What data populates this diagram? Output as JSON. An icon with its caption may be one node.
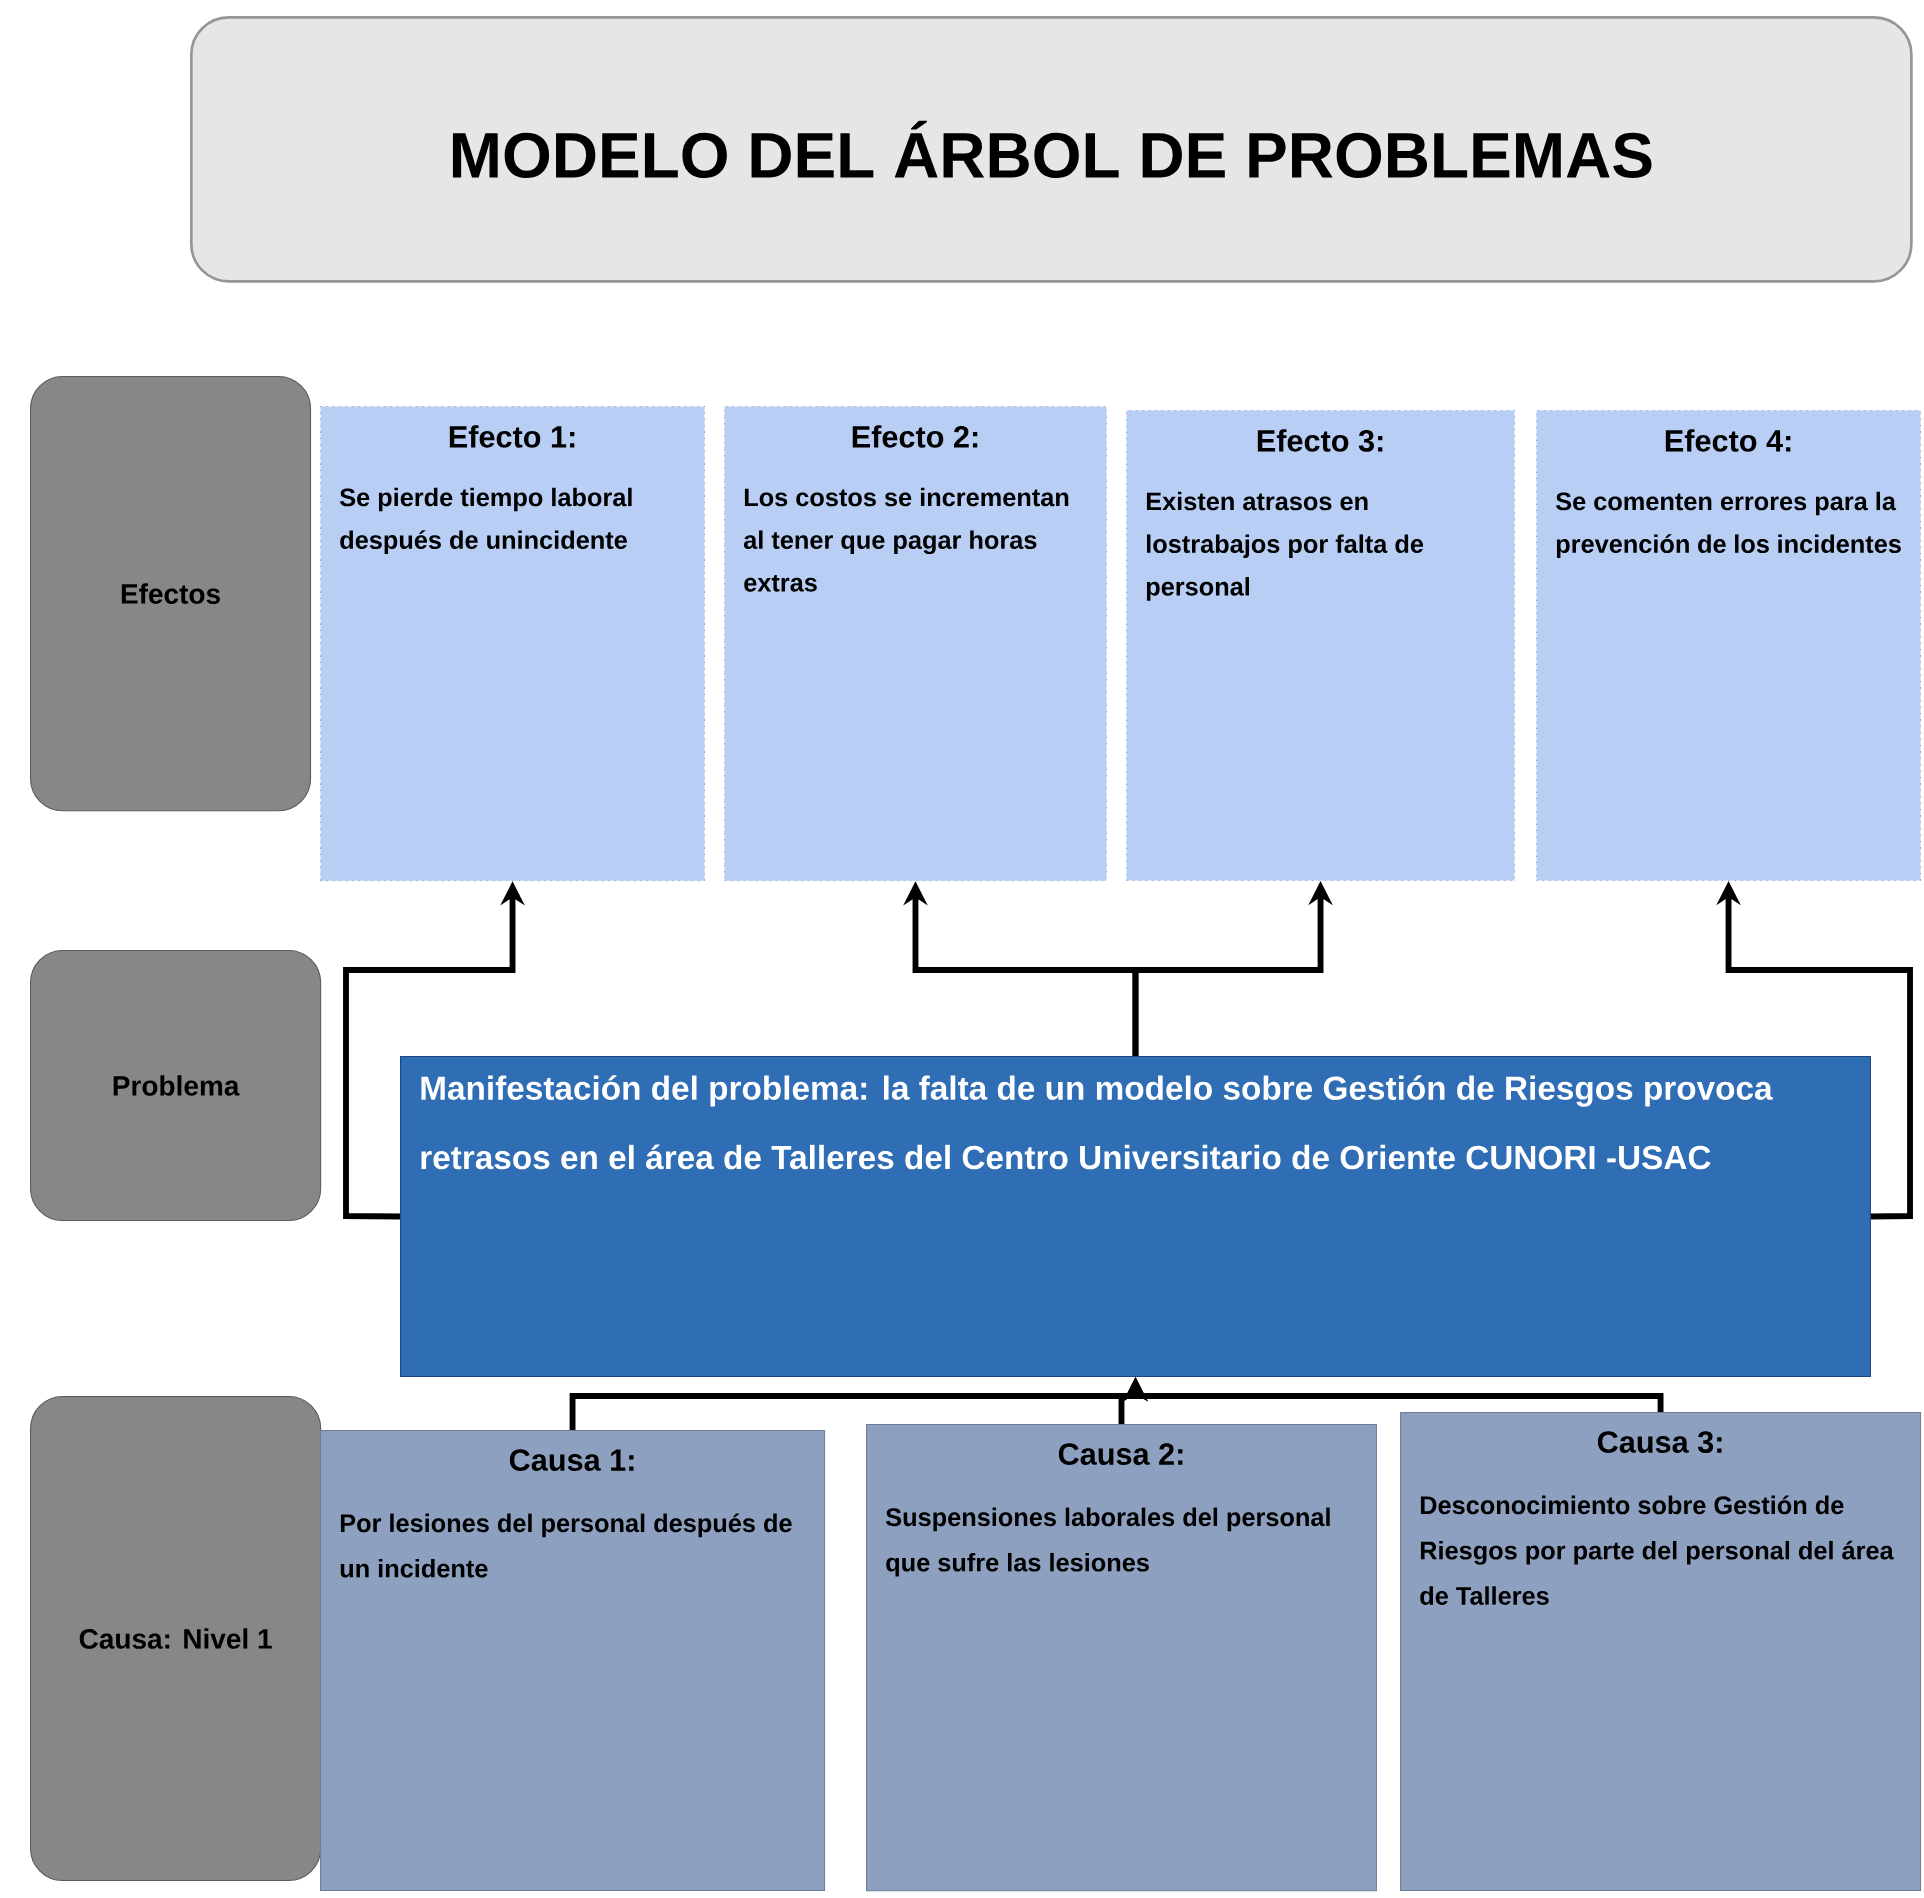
{
  "diagram": {
    "nodes": [
      {
        "text": [
          "MODELO DEL ÁRBOL DE PROBLEMAS"
        ]
      },
      {
        "text": [
          "Efectos"
        ]
      },
      {
        "text": [
          "Problema"
        ]
      },
      {
        "text": [
          "Causa: Nivel 1"
        ]
      },
      {
        "text": [
          "Efecto 1:",
          "Se pierde tiempo laboral después de unincidente"
        ]
      },
      {
        "text": [
          "Efecto 2:",
          "Los costos se incrementan al tener que pagar horas extras"
        ]
      },
      {
        "text": [
          "Efecto 3:",
          "Existen atrasos en lostrabajos por falta de personal"
        ]
      },
      {
        "text": [
          "Efecto 4:",
          "Se comenten errores para la prevención de los incidentes"
        ]
      },
      {
        "text": [
          "Manifestación del problema: la falta de un modelo sobre Gestión de Riesgos provoca retrasos en el área de Talleres del Centro Universitario de Oriente CUNORI -USAC"
        ]
      },
      {
        "text": [
          "Causa 1:",
          "Por lesiones del personal después de un incidente"
        ]
      },
      {
        "text": [
          "Causa 2:",
          "Suspensiones laborales del personal que sufre las lesiones"
        ]
      },
      {
        "text": [
          "Causa 3:",
          "Desconocimiento sobre Gestión de Riesgos por parte del personal del área de Talleres"
        ]
      }
    ],
    "edges": [
      {
        "from": 8,
        "to": 4,
        "arrow": "to"
      },
      {
        "from": 8,
        "to": 5,
        "arrow": "to"
      },
      {
        "from": 8,
        "to": 6,
        "arrow": "to"
      },
      {
        "from": 8,
        "to": 7,
        "arrow": "to"
      },
      {
        "from": 9,
        "to": 8,
        "arrow": "to"
      },
      {
        "from": 10,
        "to": 8,
        "arrow": "to"
      },
      {
        "from": 11,
        "to": 8,
        "arrow": "to"
      }
    ]
  }
}
